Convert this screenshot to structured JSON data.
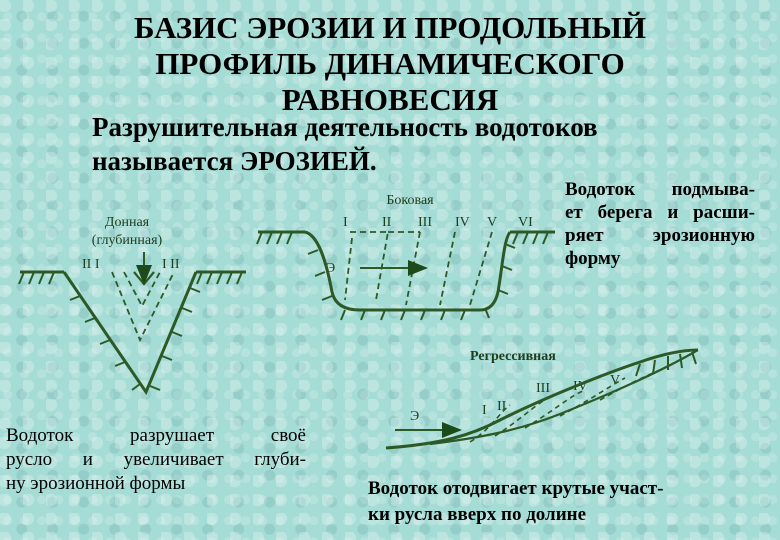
{
  "title": {
    "line1": "БАЗИС ЭРОЗИИ И ПРОДОЛЬНЫЙ",
    "line2": "ПРОФИЛЬ ДИНАМИЧЕСКОГО",
    "line3": "РАВНОВЕСИЯ"
  },
  "intro": {
    "line1": "Разрушительная  деятельность  водотоков",
    "line2": "называется ЭРОЗИЕЙ."
  },
  "bottom_erosion": {
    "label1": "Донная",
    "label2": "(глубинная)",
    "marks_left": "II  I",
    "marks_right": "I  II",
    "caption": {
      "line1": "Водоток   разрушает   своё",
      "line2": "русло и увеличивает глуби-",
      "line3": "ну эрозионной формы"
    }
  },
  "lateral_erosion": {
    "label": "Боковая",
    "stages": [
      "I",
      "II",
      "III",
      "IV",
      "V",
      "VI"
    ],
    "flow_mark": "Э",
    "caption": {
      "line1": "Водоток  подмыва-",
      "line2": "ет берега и расши-",
      "line3": "ряет   эрозионную",
      "line4": "форму"
    }
  },
  "regressive_erosion": {
    "label": "Регрессивная",
    "stages": [
      "I",
      "II",
      "III",
      "IV",
      "V"
    ],
    "flow_mark": "Э",
    "caption": {
      "line1": "Водоток отодвигает крутые участ-",
      "line2": "ки русла вверх по долине"
    }
  },
  "colors": {
    "background": "#a6dcd6",
    "line": "#2c5a26",
    "text": "#000000"
  }
}
